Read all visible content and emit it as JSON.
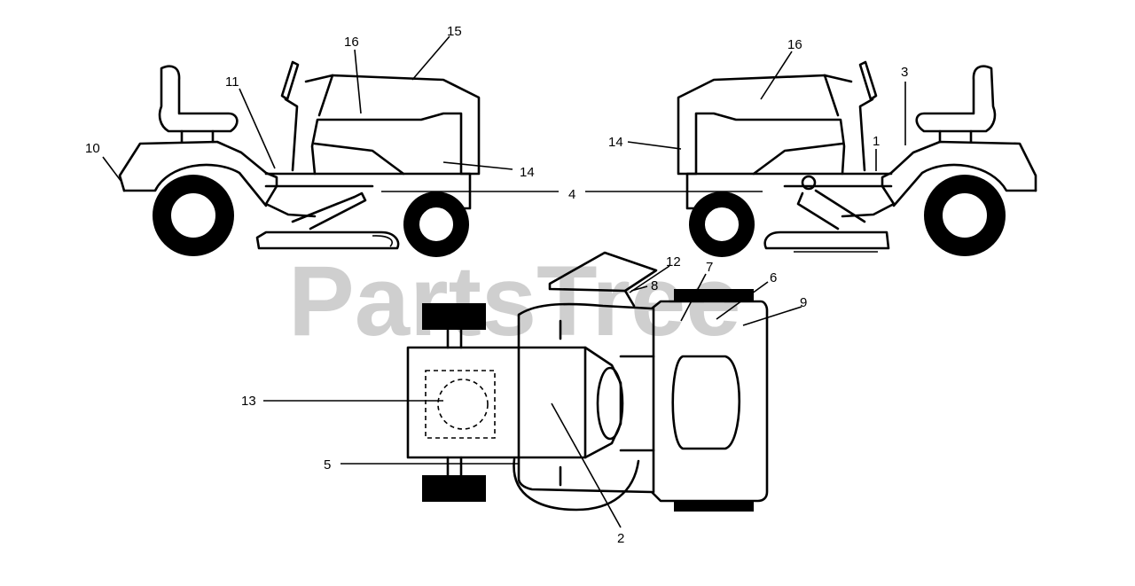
{
  "watermark": "PartsTree",
  "callouts": {
    "c1": "1",
    "c2": "2",
    "c3": "3",
    "c4": "4",
    "c5": "5",
    "c6": "6",
    "c7": "7",
    "c8": "8",
    "c9": "9",
    "c10": "10",
    "c11": "11",
    "c12": "12",
    "c13": "13",
    "c14_left": "14",
    "c14_right": "14",
    "c15": "15",
    "c16_left": "16",
    "c16_right": "16"
  }
}
